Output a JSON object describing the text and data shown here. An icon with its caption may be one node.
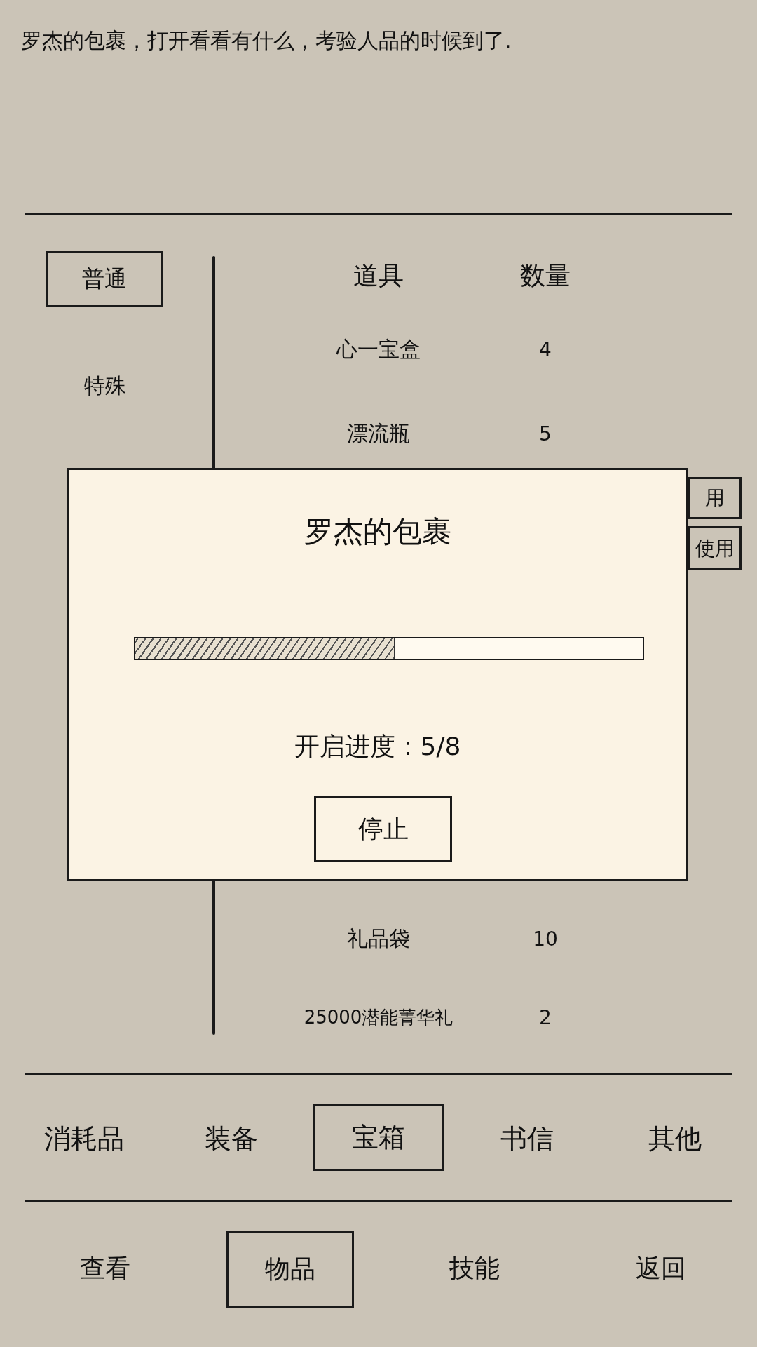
{
  "diagram": {
    "nodes": [
      {
        "text": [
          "普通"
        ]
      },
      {
        "text": [
          "用"
        ]
      },
      {
        "text": [
          "使用"
        ]
      },
      {
        "text": [
          "罗杰的包裹",
          "开启进度：5/8"
        ]
      },
      {
        "text": [],
        "shape": "bar",
        "in": 3
      },
      {
        "text": [
          "停止"
        ],
        "in": 3
      },
      {
        "text": [
          "宝箱"
        ]
      },
      {
        "text": [
          "物品"
        ]
      }
    ],
    "labels": [
      "罗杰的包裹，打开看看有什么，考验人品的时候到了.",
      "特殊",
      "道具",
      "数量",
      "心一宝盒",
      "4",
      "漂流瓶",
      "5",
      "礼品袋",
      "10",
      "25000潜能菁华礼",
      "2",
      "消耗品",
      "装备",
      "书信",
      "其他",
      "查看",
      "技能",
      "返回"
    ]
  }
}
